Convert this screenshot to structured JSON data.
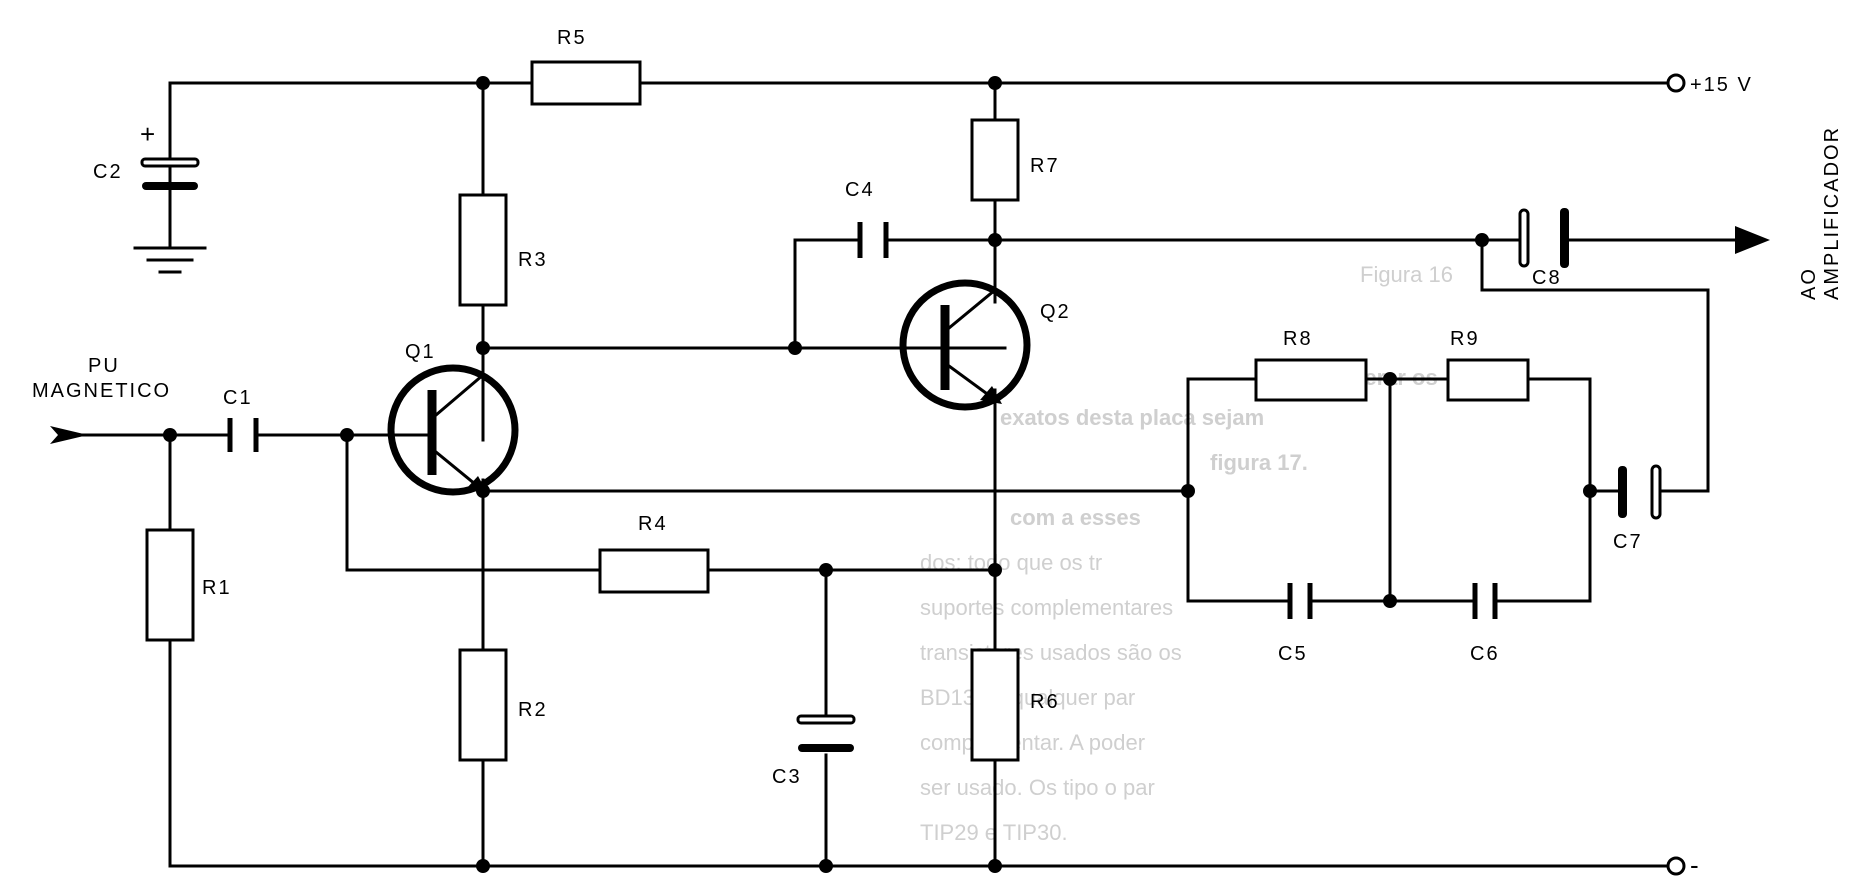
{
  "diagram": {
    "labels": {
      "r1": "R1",
      "r2": "R2",
      "r3": "R3",
      "r4": "R4",
      "r5": "R5",
      "r6": "R6",
      "r7": "R7",
      "r8": "R8",
      "r9": "R9",
      "c1": "C1",
      "c2": "C2",
      "c3": "C3",
      "c4": "C4",
      "c5": "C5",
      "c6": "C6",
      "c7": "C7",
      "c8": "C8",
      "q1": "Q1",
      "q2": "Q2",
      "supply": "+15 V",
      "ground": "-",
      "input_line1": "PU",
      "input_line2": "MAGNETICO",
      "output_line1": "AO",
      "output_line2": "AMPLIFICADOR",
      "c2_polarity": "+"
    },
    "background_text": [
      "Figura 16",
      "pode alterar os",
      "exatos desta placa sejam",
      "figura 17.",
      "com a esses",
      "dos: todo que os tr",
      "suportes complementares",
      "transistores usados são os",
      "BD135 e qualquer par",
      "complementar. A poder",
      "ser usado. Os tipo o par",
      "TIP29 e TIP30."
    ]
  }
}
